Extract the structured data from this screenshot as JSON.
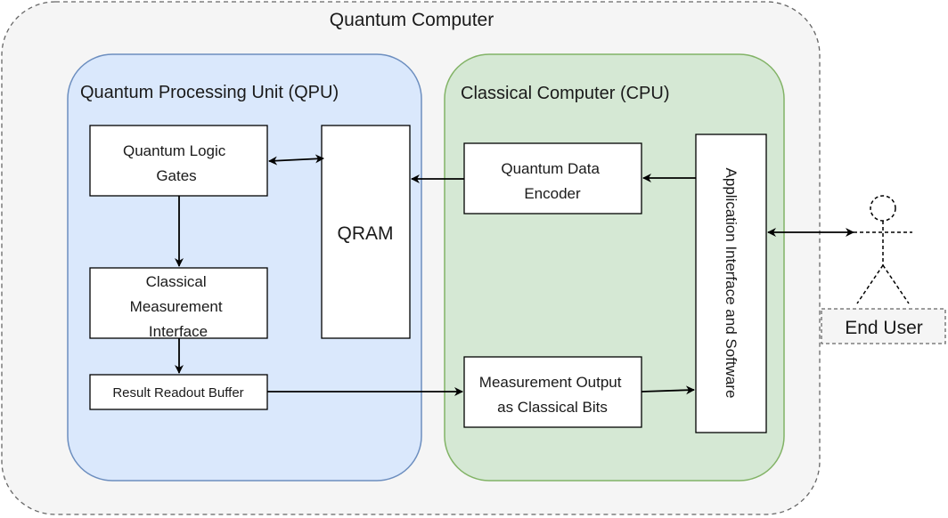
{
  "outer": {
    "title": "Quantum Computer",
    "fill": "#f5f5f5",
    "stroke": "#666666"
  },
  "qpu": {
    "title": "Quantum Processing Unit (QPU)",
    "fill": "#dae8fc",
    "stroke": "#6c8ebf",
    "logic_gates": [
      "Quantum Logic",
      "Gates"
    ],
    "measurement_interface": [
      "Classical",
      "Measurement",
      "Interface"
    ],
    "readout_buffer": "Result Readout Buffer",
    "qram": "QRAM"
  },
  "cpu": {
    "title": "Classical Computer (CPU)",
    "fill": "#d5e8d4",
    "stroke": "#82b366",
    "data_encoder": [
      "Quantum Data",
      "Encoder"
    ],
    "measurement_output": [
      "Measurement Output",
      "as Classical Bits"
    ],
    "app_interface": "Application Interface and Software"
  },
  "actor": {
    "label": "End User"
  }
}
